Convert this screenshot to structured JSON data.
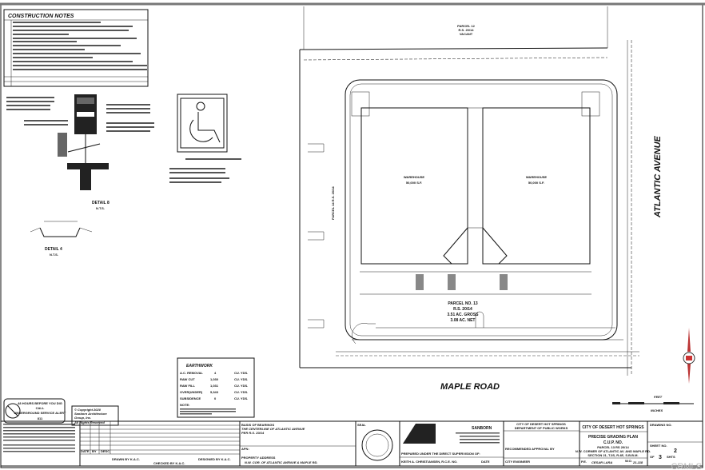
{
  "construction_notes": {
    "title": "CONSTRUCTION NOTES"
  },
  "details": {
    "detail_8": "DETAIL 8",
    "detail_4": "DETAIL 4",
    "nts": "N.T.S."
  },
  "site": {
    "parcel_12": [
      "PARCEL 12",
      "R.S. 20/14",
      "VACANT"
    ],
    "parcel_14": "PARCEL 14  R.S. 20/14",
    "parcel_13": [
      "PARCEL NO. 13",
      "R.S. 20/14",
      "3.51 AC. GROSS",
      "3.08 AC. NET"
    ],
    "warehouse_left": [
      "WAREHOUSE",
      "50,000 S.F."
    ],
    "warehouse_right": [
      "WAREHOUSE",
      "50,000 S.F."
    ],
    "street_south": "MAPLE ROAD",
    "street_east": "ATLANTIC AVENUE",
    "scale_feet": "FEET",
    "scale_inches": "INCHES"
  },
  "earthwork": {
    "title": "EARTHWORK",
    "rows": [
      {
        "label": "A.C. REMOVAL",
        "value": "4",
        "unit": "CU. YDS."
      },
      {
        "label": "RAW CUT",
        "value": "1,030",
        "unit": "CU. YDS."
      },
      {
        "label": "RAW FILL",
        "value": "1,031",
        "unit": "CU. YDS."
      },
      {
        "label": "OVER(UNDER)",
        "value": "5,343",
        "unit": "CU. YDS."
      },
      {
        "label": "SUBSIDENCE",
        "value": "0",
        "unit": "CU. YDS."
      }
    ],
    "note_label": "NOTE:"
  },
  "dig_alert": {
    "line1": "48 HOURS BEFORE YOU DIG",
    "line2": "CALL",
    "line3": "UNDERGROUND SERVICE ALERT",
    "line4": "811"
  },
  "copyright": {
    "line1": "© Copyright 2020",
    "line2": "Sanborn Architecture",
    "line3": "Group, Inc.",
    "line4": "All Rights Reserved"
  },
  "title_block": {
    "revision_headers": [
      "DATE",
      "BY",
      "DESC."
    ],
    "designed_by": "DESIGNED BY  K.A.C.",
    "drawn_by": "DRAWN BY  K.A.C.",
    "checked_by": "CHECKED BY  K.A.C.",
    "basis_of_bearings": [
      "BASIS OF BEARINGS",
      "THE CENTERLINE OF ATLANTIC AVENUE",
      "PER R.S. 20/14"
    ],
    "apn_label": "APN:",
    "property_address_label": "PROPERTY ADDRESS",
    "property_address": "N.W. COR. OF ATLANTIC AVENUE & MAPLE RD.",
    "seal_label": "SEAL",
    "firm": "SANBORN",
    "prepared_under": "PREPARED UNDER THE DIRECT SUPERVISION OF:",
    "engineer": "KEITH A. CHRISTIANSEN, R.C.E. NO.",
    "date_label": "DATE",
    "dept": [
      "CITY OF DESERT HOT SPRINGS",
      "DEPARTMENT OF PUBLIC WORKS"
    ],
    "recommended": "RECOMMENDED APPROVAL BY",
    "city_engineer": "CITY ENGINEER",
    "city": "CITY OF DESERT HOT SPRINGS",
    "plan_title": "PRECISE GRADING PLAN",
    "cup": "C.U.P. NO.",
    "location": [
      "PARCEL 13 RS 20/14",
      "N.W. CORNER OF ATLANTIC AV. AND MAPLE RD.",
      "SECTION 21, T.3S, R.4E, S.B.B.M."
    ],
    "pe_label": "P.E.",
    "pe": "CESAR LARA",
    "wo_label": "W.O.",
    "wo": "21-118",
    "drawing_no_label": "DRAWING NO.",
    "sheet_no_label": "SHEET NO.",
    "sheet_no": "2",
    "of_label": "OF",
    "sheet_total": "3",
    "shts_label": "SHTS"
  },
  "watermark": "CRMLS"
}
